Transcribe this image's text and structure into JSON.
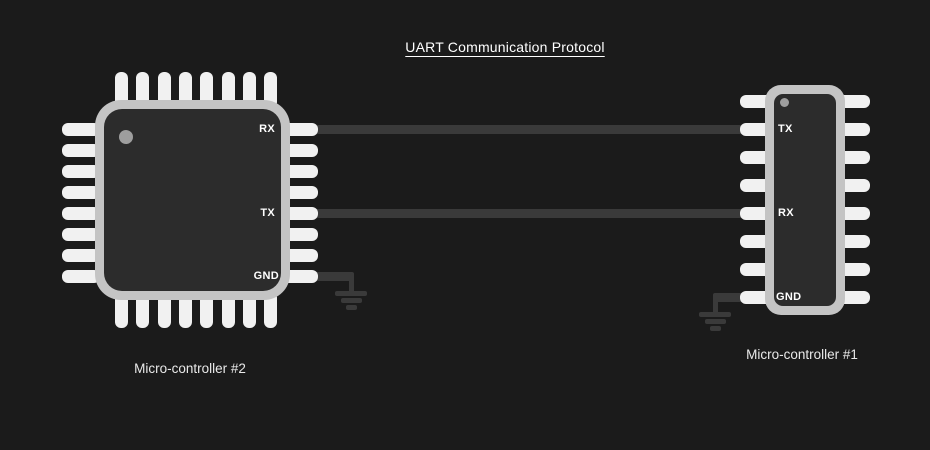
{
  "title": "UART Communication Protocol",
  "chips": {
    "left": {
      "caption": "Micro-controller #2",
      "pin_labels": [
        "RX",
        "TX",
        "GND"
      ]
    },
    "right": {
      "caption": "Micro-controller #1",
      "pin_labels": [
        "TX",
        "RX",
        "GND"
      ]
    }
  },
  "connections": [
    "left.RX - right.TX",
    "left.TX - right.RX",
    "left.GND - ground",
    "right.GND - ground"
  ],
  "colors": {
    "background": "#1b1b1b",
    "chip_frame": "#c4c4c4",
    "chip_fill": "#2c2c2c",
    "pin": "#f1f1f1",
    "wire": "#3a3a3a",
    "label": "#ffffff",
    "caption": "#e9e9e9",
    "indicator": "#9e9e9e"
  }
}
